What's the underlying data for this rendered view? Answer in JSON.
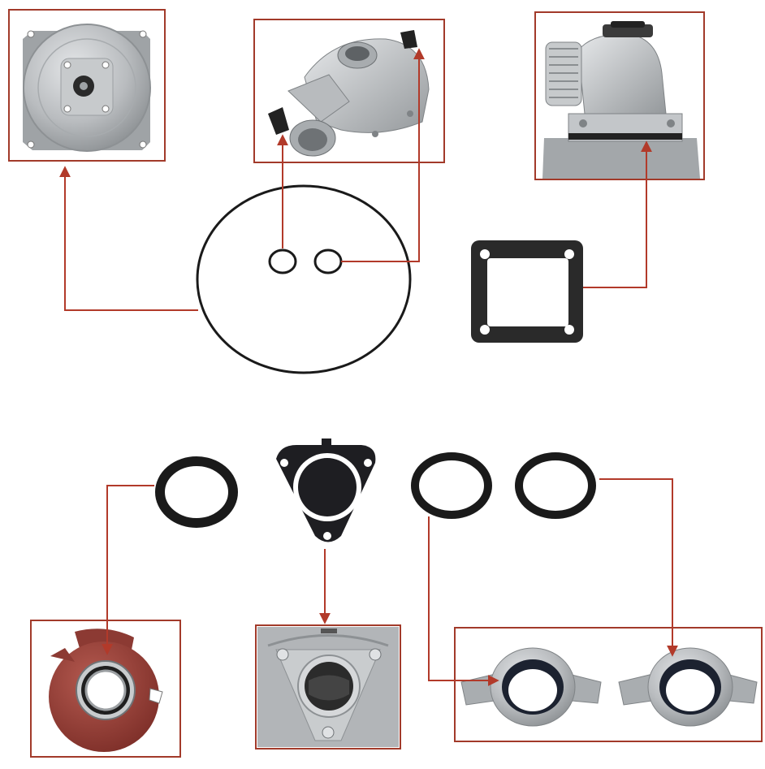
{
  "colors": {
    "frame": "#a23a2a",
    "arrow": "#b23a2a",
    "ring": "#1a1a1a",
    "gasket": "#2a2a2a",
    "metal": "#b9bcbf",
    "metal_dark": "#8d9194",
    "impeller_red": "#9a3c34"
  },
  "photos": [
    {
      "name": "pump-rear-cover-photo",
      "icon": "rear-cover-plate-icon"
    },
    {
      "name": "pump-housing-ports-photo",
      "icon": "pump-housing-icon"
    },
    {
      "name": "outlet-elbow-photo",
      "icon": "outlet-elbow-icon"
    },
    {
      "name": "impeller-volute-photo",
      "icon": "impeller-icon"
    },
    {
      "name": "check-valve-seat-photo",
      "icon": "valve-seat-icon"
    },
    {
      "name": "hose-coupling-nuts-photo",
      "icon": "coupling-nut-icon"
    }
  ],
  "parts": [
    {
      "name": "large-o-ring",
      "icon": "o-ring-icon"
    },
    {
      "name": "small-o-ring-left",
      "icon": "o-ring-icon"
    },
    {
      "name": "small-o-ring-right",
      "icon": "o-ring-icon"
    },
    {
      "name": "square-flange-gasket",
      "icon": "square-gasket-icon"
    },
    {
      "name": "mechanical-seal-o-ring",
      "icon": "o-ring-icon"
    },
    {
      "name": "check-valve-flapper",
      "icon": "check-valve-icon"
    },
    {
      "name": "coupling-washer-left",
      "icon": "flat-washer-icon"
    },
    {
      "name": "coupling-washer-right",
      "icon": "flat-washer-icon"
    }
  ]
}
